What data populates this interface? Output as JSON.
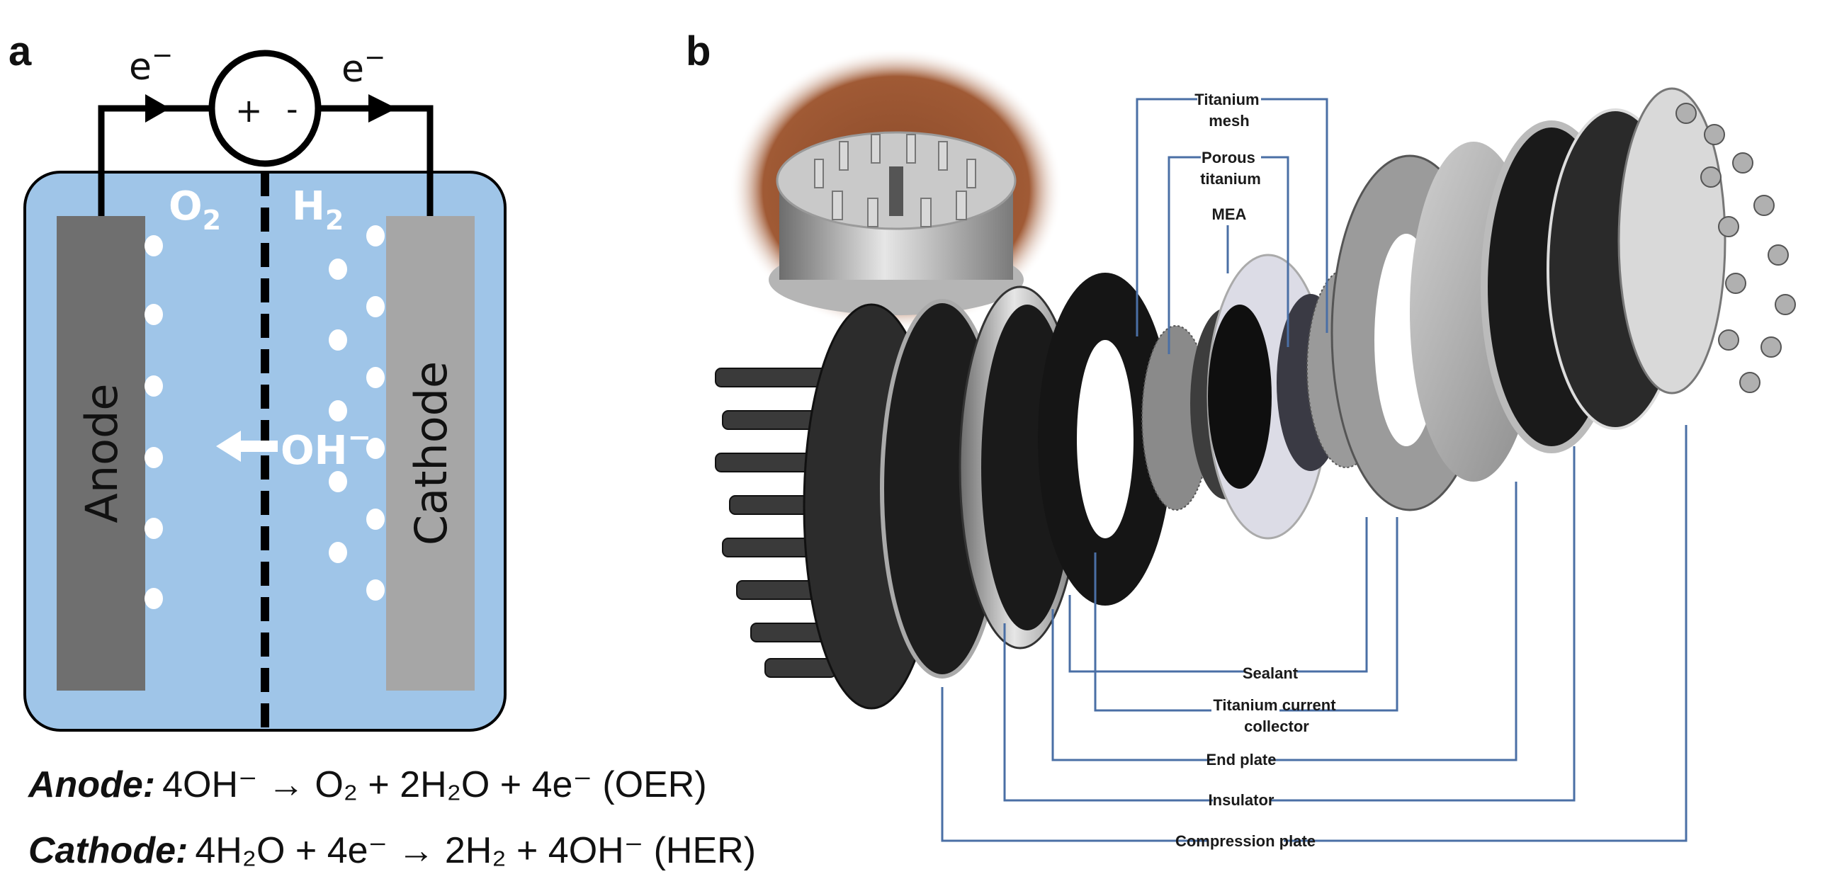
{
  "panels": {
    "a": {
      "label": "a",
      "electron_left": "e",
      "electron_right": "e",
      "electron_charge": "−",
      "source_plus": "+",
      "source_minus": "-",
      "gas_left": "O",
      "gas_left_sub": "2",
      "gas_right": "H",
      "gas_right_sub": "2",
      "ion": "OH",
      "ion_charge": "−",
      "anode_label": "Anode",
      "cathode_label": "Cathode",
      "equations": [
        {
          "label": "Anode:",
          "reaction": "4OH⁻ → O₂ + 2H₂O + 4e⁻ (OER)"
        },
        {
          "label": "Cathode:",
          "reaction": "4H₂O + 4e⁻ → 2H₂ + 4OH⁻ (HER)"
        }
      ],
      "colors": {
        "electrolyte": "#9fc5e8",
        "anode": "#6f6f6f",
        "cathode": "#a6a6a6",
        "bubble": "#ffffff",
        "wire": "#000000"
      }
    },
    "b": {
      "label": "b",
      "callouts_top": [
        "Titanium mesh",
        "Porous titanium",
        "MEA"
      ],
      "callouts_bottom": [
        "Sealant",
        "Titanium current collector",
        "End plate",
        "Insulator",
        "Compression plate"
      ],
      "callout_lines": {
        "titanium_mesh": [
          "Titanium",
          "mesh"
        ],
        "porous_titanium": [
          "Porous",
          "titanium"
        ],
        "mea": [
          "MEA"
        ],
        "sealant": [
          "Sealant"
        ],
        "current_collector": [
          "Titanium current",
          "collector"
        ],
        "end_plate": [
          "End plate"
        ],
        "insulator": [
          "Insulator"
        ],
        "compression_plate": [
          "Compression plate"
        ]
      },
      "inset": "photo of assembled electrolyzer stack",
      "colors": {
        "leader": "#4a6fa5",
        "photo_bg": "#8a4a2a"
      }
    }
  }
}
